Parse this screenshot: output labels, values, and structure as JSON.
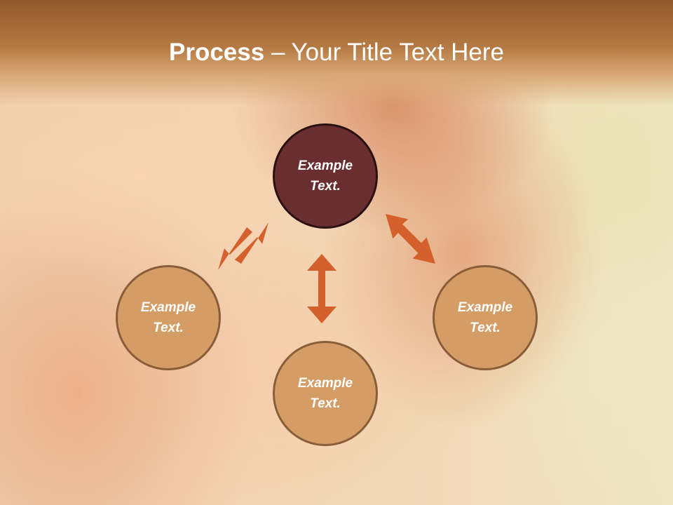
{
  "slide": {
    "title_bold": "Process",
    "title_dash": " – ",
    "title_rest": "Your Title Text Here"
  },
  "diagram": {
    "center": {
      "text": "Example Text."
    },
    "left": {
      "text": "Example Text."
    },
    "bottom": {
      "text": "Example Text."
    },
    "right": {
      "text": "Example Text."
    }
  },
  "colors": {
    "header": "#b57a43",
    "center_fill": "#6a2e30",
    "outer_fill": "#d59d66",
    "arrow": "#d4602b"
  }
}
